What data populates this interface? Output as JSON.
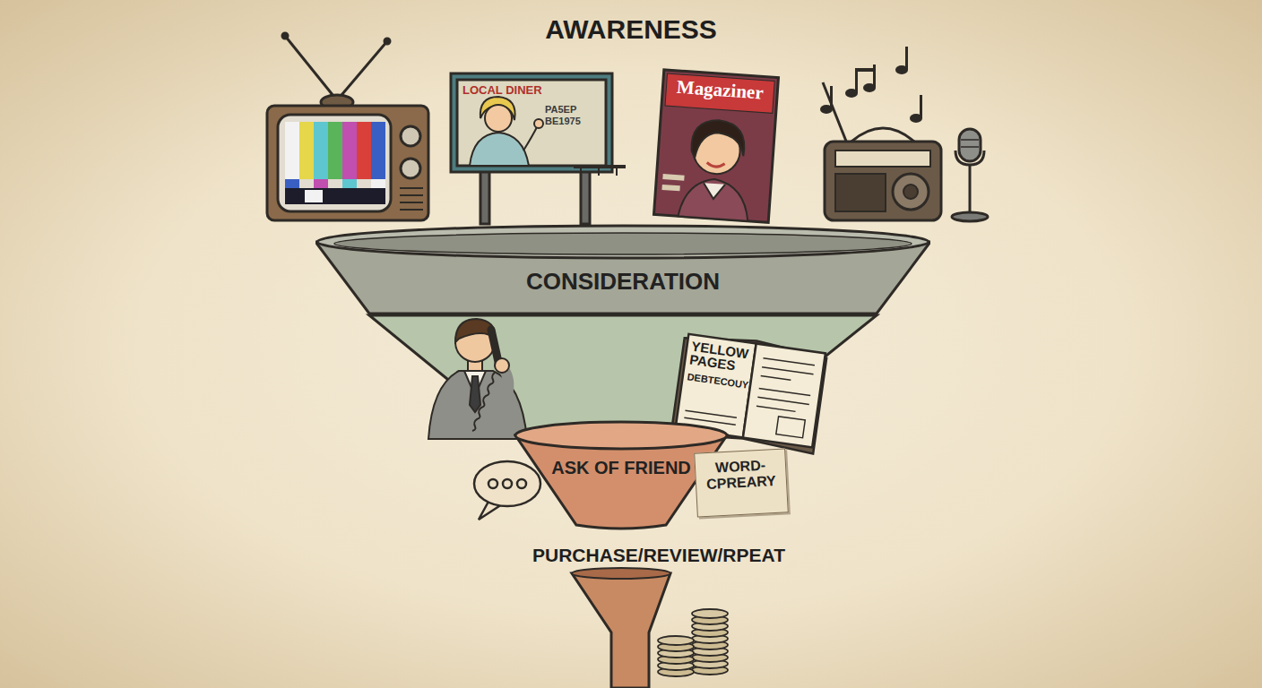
{
  "diagram": {
    "title": "AWARENESS",
    "nodes": [
      {
        "text": [
          "CONSIDERATION"
        ]
      },
      {
        "text": [
          "ASK OF FRIEND"
        ]
      },
      {
        "text": [
          "WORD- CPREARY"
        ]
      }
    ],
    "labels": [
      "LOCAL DINER",
      "PA5EP BE1975",
      "Magaziner",
      "YELLOW PAGES",
      "DEBTECOUY",
      "PURCHASE/REVIEW/RPEAT"
    ]
  }
}
